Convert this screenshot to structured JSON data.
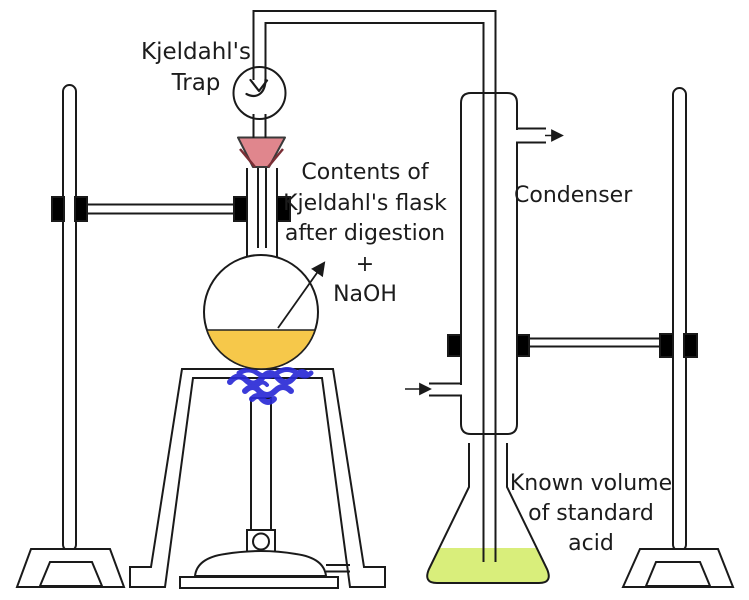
{
  "diagram": {
    "labels": {
      "trap": "Kjeldahl's\nTrap",
      "contents": "Contents of\nKjeldahl's flask\nafter digestion\n+\nNaOH",
      "condenser": "Condenser",
      "acid": "Known volume\nof standard\nacid"
    },
    "colors": {
      "outline": "#1a1a1a",
      "flask_liquid": "#f6c84a",
      "acid_liquid": "#d9ee7b",
      "funnel": "#e0868d",
      "funnel_edge": "#7a2e35",
      "flame": "#2b2bd6",
      "clamp": "#000000"
    }
  }
}
